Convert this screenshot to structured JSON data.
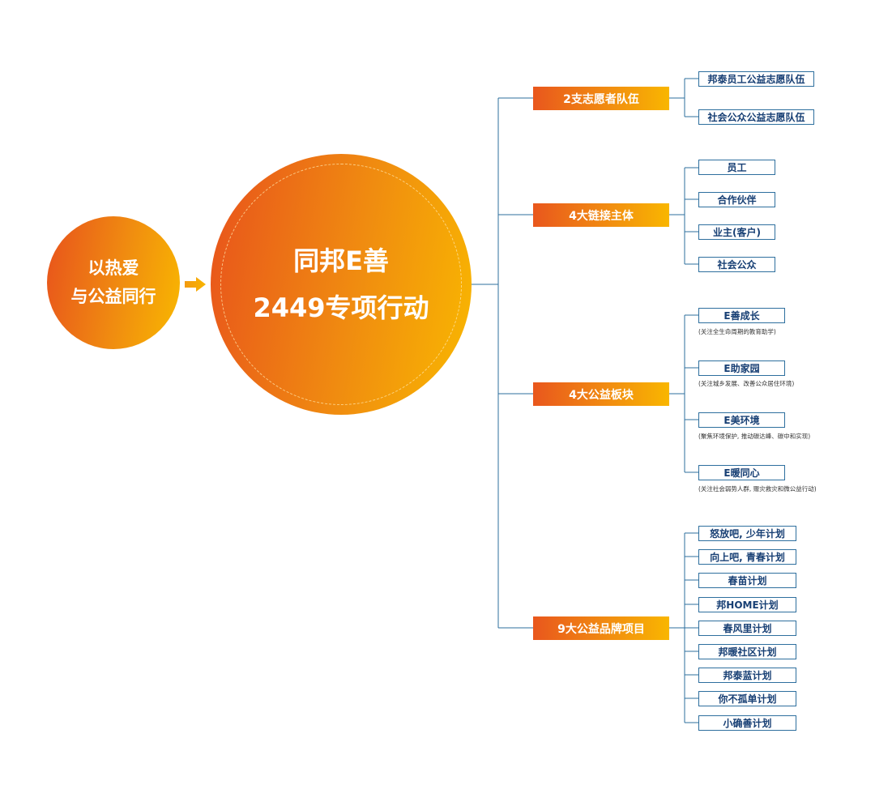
{
  "left_circle": {
    "line1": "以热爱",
    "line2": "与公益同行"
  },
  "center_circle": {
    "line1": "同邦E善",
    "line2": "2449专项行动"
  },
  "colors": {
    "orange_start": "#e8521c",
    "orange_end": "#f9b800",
    "line": "#2e6f9e",
    "leaf_text": "#173f74"
  },
  "branches": [
    {
      "label": "2支志愿者队伍",
      "children": [
        {
          "label": "邦泰员工公益志愿队伍"
        },
        {
          "label": "社会公众公益志愿队伍"
        }
      ]
    },
    {
      "label": "4大链接主体",
      "children": [
        {
          "label": "员工"
        },
        {
          "label": "合作伙伴"
        },
        {
          "label": "业主(客户)"
        },
        {
          "label": "社会公众"
        }
      ]
    },
    {
      "label": "4大公益板块",
      "children": [
        {
          "label": "E善成长",
          "note": "(关注全生命周期的教育助学)"
        },
        {
          "label": "E助家园",
          "note": "(关注城乡发展、改善公众居住环境)"
        },
        {
          "label": "E美环境",
          "note": "(聚焦环境保护, 推动碳达峰、碳中和实现)"
        },
        {
          "label": "E暖同心",
          "note": "(关注社会弱势人群, 赈灾救灾和微公益行动)"
        }
      ]
    },
    {
      "label": "9大公益品牌项目",
      "children": [
        {
          "label": "怒放吧, 少年计划"
        },
        {
          "label": "向上吧, 青春计划"
        },
        {
          "label": "春苗计划"
        },
        {
          "label": "邦HOME计划"
        },
        {
          "label": "春风里计划"
        },
        {
          "label": "邦暖社区计划"
        },
        {
          "label": "邦泰蓝计划"
        },
        {
          "label": "你不孤单计划"
        },
        {
          "label": "小确善计划"
        }
      ]
    }
  ]
}
